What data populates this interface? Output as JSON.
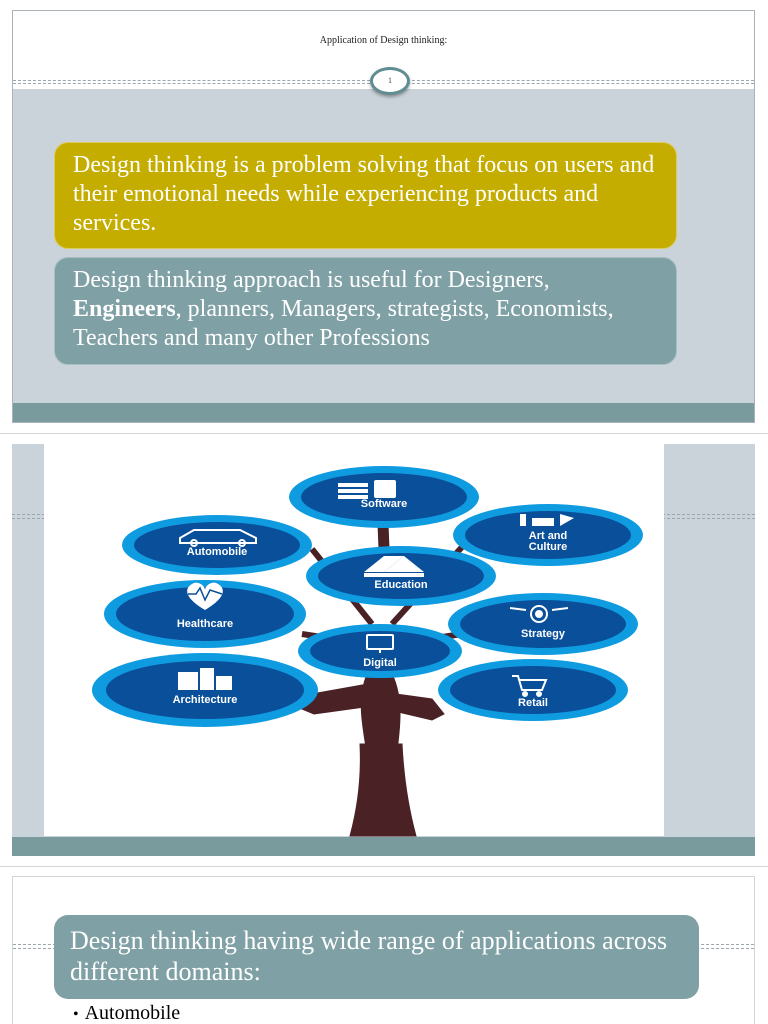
{
  "slide1": {
    "title": "Application of Design thinking:",
    "slide_number": "1",
    "box1_text": "Design thinking is a problem solving that focus on users and their emotional needs while experiencing products and services.",
    "box2_before": "Design thinking approach is useful for Designers, ",
    "box2_bold": "Engineers",
    "box2_after": ", planners, Managers, strategists, Economists, Teachers and many other Professions"
  },
  "slide2": {
    "domains": [
      {
        "key": "software",
        "label": "Software",
        "icon": "computer-icon"
      },
      {
        "key": "automobile",
        "label": "Automobile",
        "icon": "car-icon"
      },
      {
        "key": "art",
        "label": "Art and Culture",
        "label_line1": "Art and",
        "label_line2": "Culture",
        "icon": "art-icon"
      },
      {
        "key": "education",
        "label": "Education",
        "icon": "books-icon"
      },
      {
        "key": "healthcare",
        "label": "Healthcare",
        "icon": "heart-pulse-icon"
      },
      {
        "key": "strategy",
        "label": "Strategy",
        "icon": "target-icon"
      },
      {
        "key": "digital",
        "label": "Digital",
        "icon": "monitor-icon"
      },
      {
        "key": "architecture",
        "label": "Architecture",
        "icon": "building-icon"
      },
      {
        "key": "retail",
        "label": "Retail",
        "icon": "cart-icon"
      }
    ],
    "colors": {
      "outer": "#0f9be0",
      "inner": "#094f9a",
      "trunk": "#4a2226"
    }
  },
  "slide3": {
    "heading": "Design thinking having wide range of applications across different domains:",
    "bullets": [
      "Automobile"
    ]
  }
}
